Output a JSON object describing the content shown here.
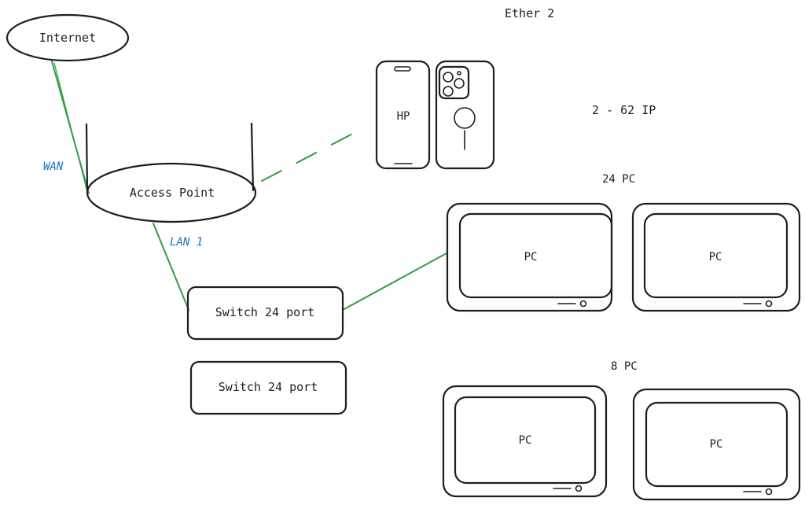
{
  "labels": {
    "ether": "Ether 2",
    "ip_range": "2 - 62 IP",
    "group_24": "24 PC",
    "group_8": "8 PC",
    "wan": "WAN",
    "lan1": "LAN 1"
  },
  "nodes": {
    "internet": "Internet",
    "access_point": "Access Point",
    "phone": "HP",
    "switch_1": "Switch 24 port",
    "switch_2": "Switch 24 port",
    "pc_1": "PC",
    "pc_2": "PC",
    "pc_3": "PC",
    "pc_4": "PC"
  },
  "colors": {
    "link": "#2f9e44",
    "annotation": "#1971c2",
    "stroke": "#1e1e1e"
  }
}
